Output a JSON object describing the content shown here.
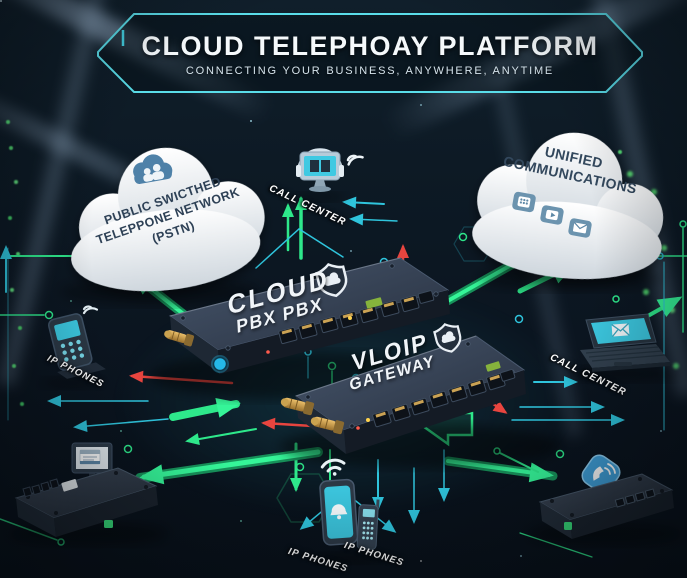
{
  "banner": {
    "title": "CLOUD TELEPHOAY PLATFORM",
    "subtitle": "CONNECTING YOUR BUSINESS, ANYWHERE, ANYTIME"
  },
  "clouds": {
    "pstn": {
      "lines": [
        "PUBLIC SWICTHED",
        "TELEPPONE NETWORK",
        "(PSTN)"
      ]
    },
    "unified": {
      "lines": [
        "UNIFIED",
        "COMMUNICATIONS"
      ]
    }
  },
  "devices": {
    "pbx": {
      "line1": "CLOUD",
      "line2": "PBX PBX"
    },
    "gateway": {
      "line1": "VLOIP",
      "line2": "GATEWAY"
    }
  },
  "endpoints": {
    "call_center_top": "CALL CENTER",
    "ip_phones_left": "IP PHONES",
    "call_center_right": "CALL CENTER",
    "ip_phones_bottom_a": "IP PHONES",
    "ip_phones_bottom_b": "IP PHONES"
  },
  "icons": {
    "pstn_cloud": "cloud-users-icon",
    "unified_cloud": [
      "dialpad-icon",
      "video-call-icon",
      "email-icon"
    ],
    "devices": "shield-icon",
    "endpoints": [
      "monitor-headset-icon",
      "wifi-icon",
      "ip-phone-icon",
      "laptop-mail-icon",
      "smartphone-icon",
      "handset-icon",
      "desktop-monitor-icon",
      "phone-badge-icon"
    ]
  },
  "colors": {
    "accent_green": "#2ee88b",
    "accent_teal": "#2fc4dc",
    "accent_red": "#e8453f",
    "banner_border": "#5adde9",
    "cloud_fill": "#f2f4f6",
    "cloud_text": "#2e4156",
    "device_top": "#39465a",
    "screen_cyan": "#3cc8e0"
  }
}
